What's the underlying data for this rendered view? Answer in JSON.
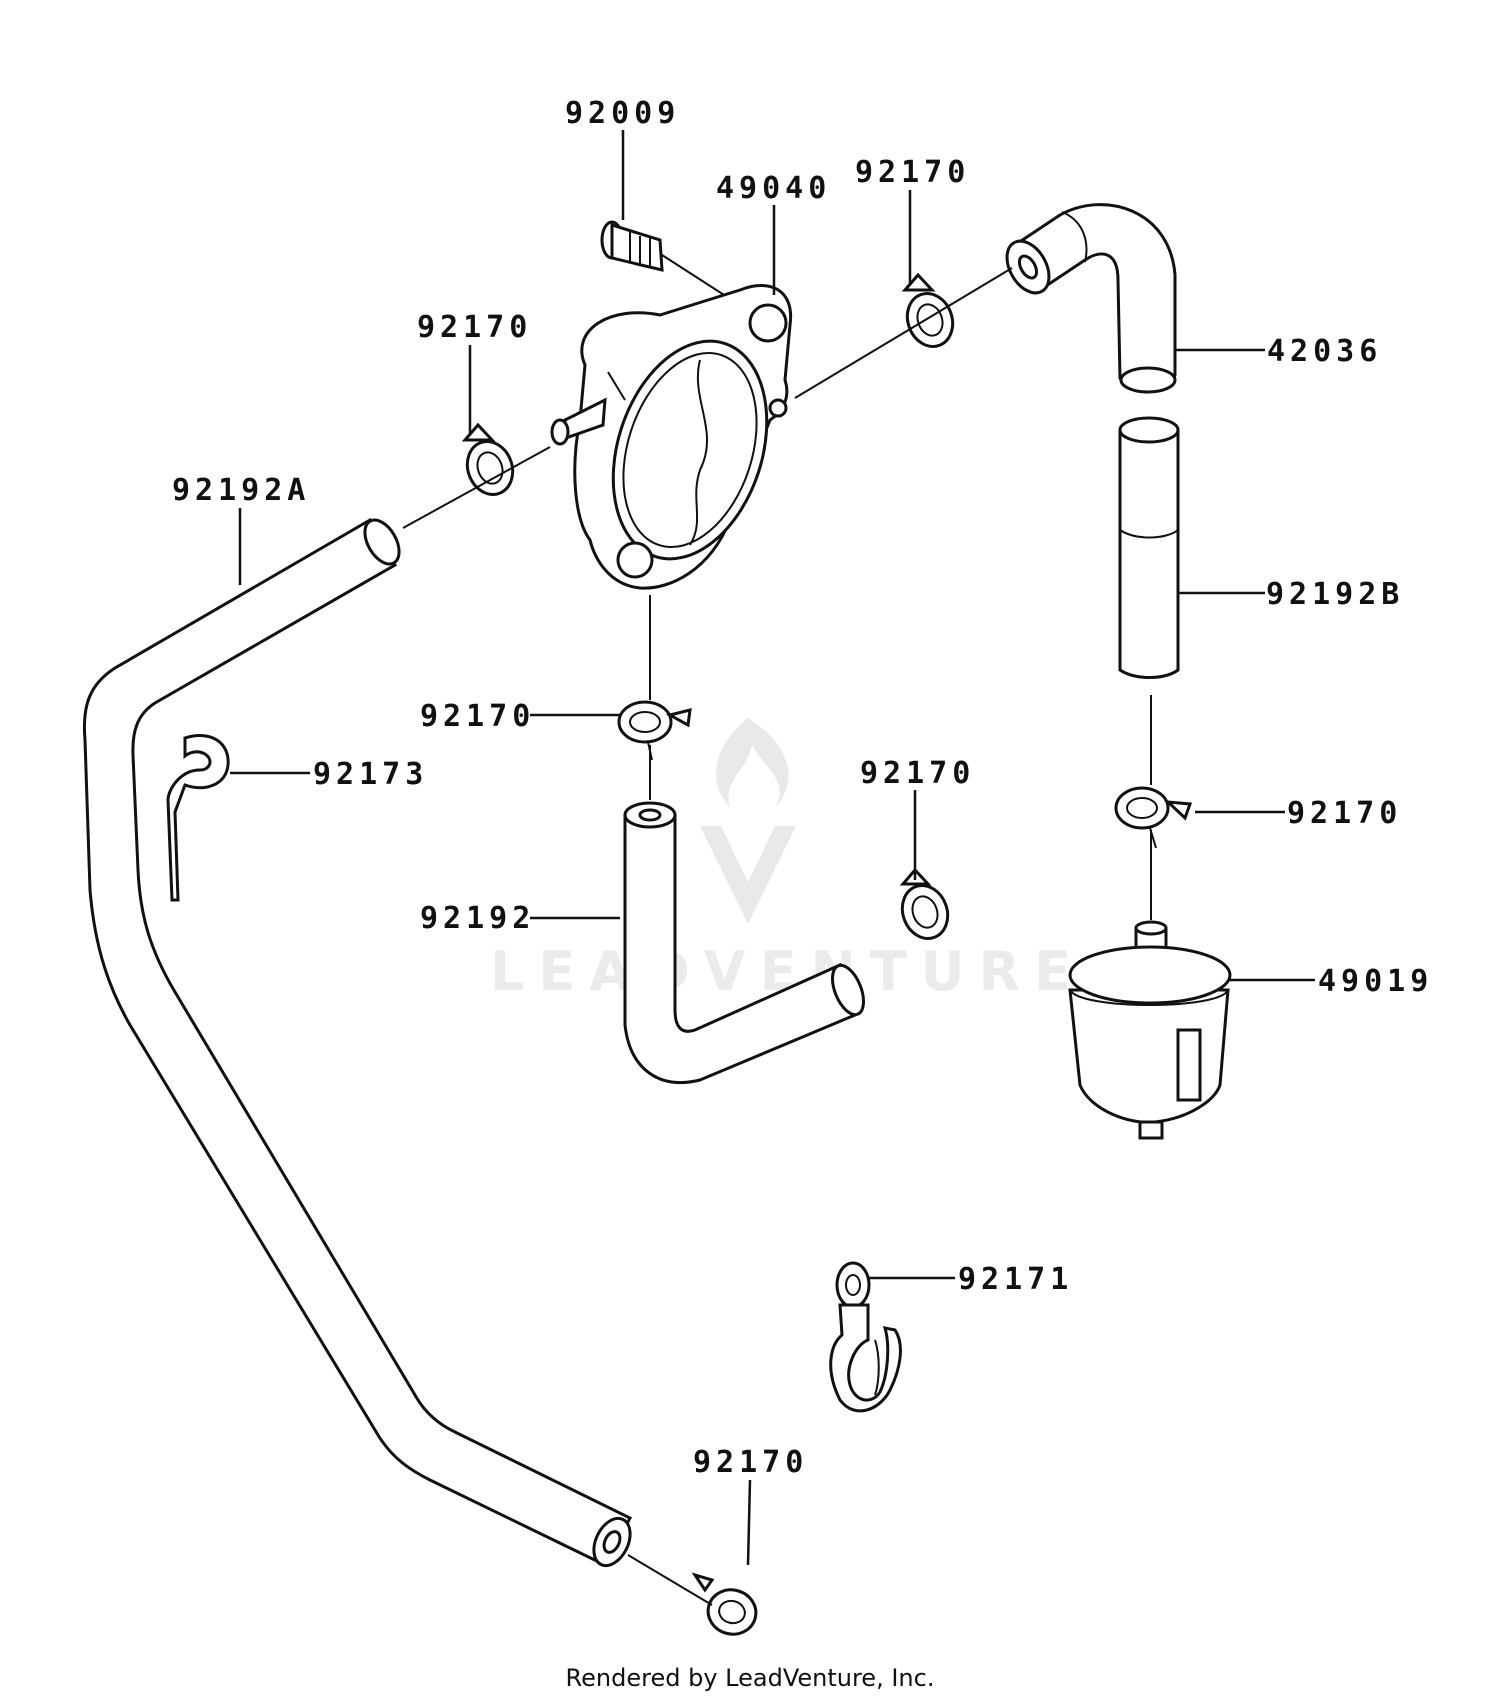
{
  "parts": {
    "p92009": "92009",
    "p49040": "49040",
    "p92170_top": "92170",
    "p42036": "42036",
    "p92170_left": "92170",
    "p92192A": "92192A",
    "p92192B": "92192B",
    "p92170_mid": "92170",
    "p92173": "92173",
    "p92170_midright": "92170",
    "p92170_right": "92170",
    "p92192": "92192",
    "p49019": "49019",
    "p92171": "92171",
    "p92170_bottom": "92170"
  },
  "watermark": "LEADVENTURE",
  "footer": "Rendered by LeadVenture, Inc."
}
